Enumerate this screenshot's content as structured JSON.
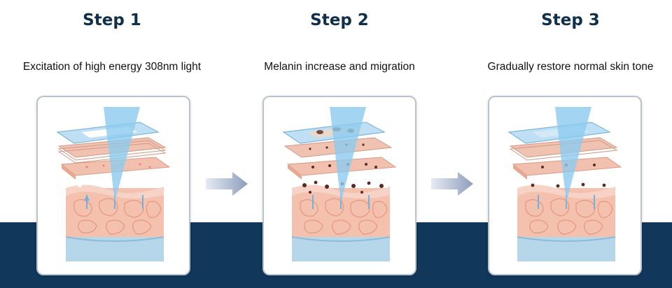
{
  "steps": [
    {
      "title": "Step 1",
      "description": "Excitation of high energy 308nm light"
    },
    {
      "title": "Step 2",
      "description": "Melanin increase and migration"
    },
    {
      "title": "Step 3",
      "description": "Gradually restore normal skin tone"
    }
  ],
  "colors": {
    "band": "#11375a",
    "title": "#0f2f4a",
    "light_beam": "#8ccbef",
    "skin": "#f2b7a0",
    "melanin": "#5a2a22",
    "arrow": "#9aa8c2"
  }
}
